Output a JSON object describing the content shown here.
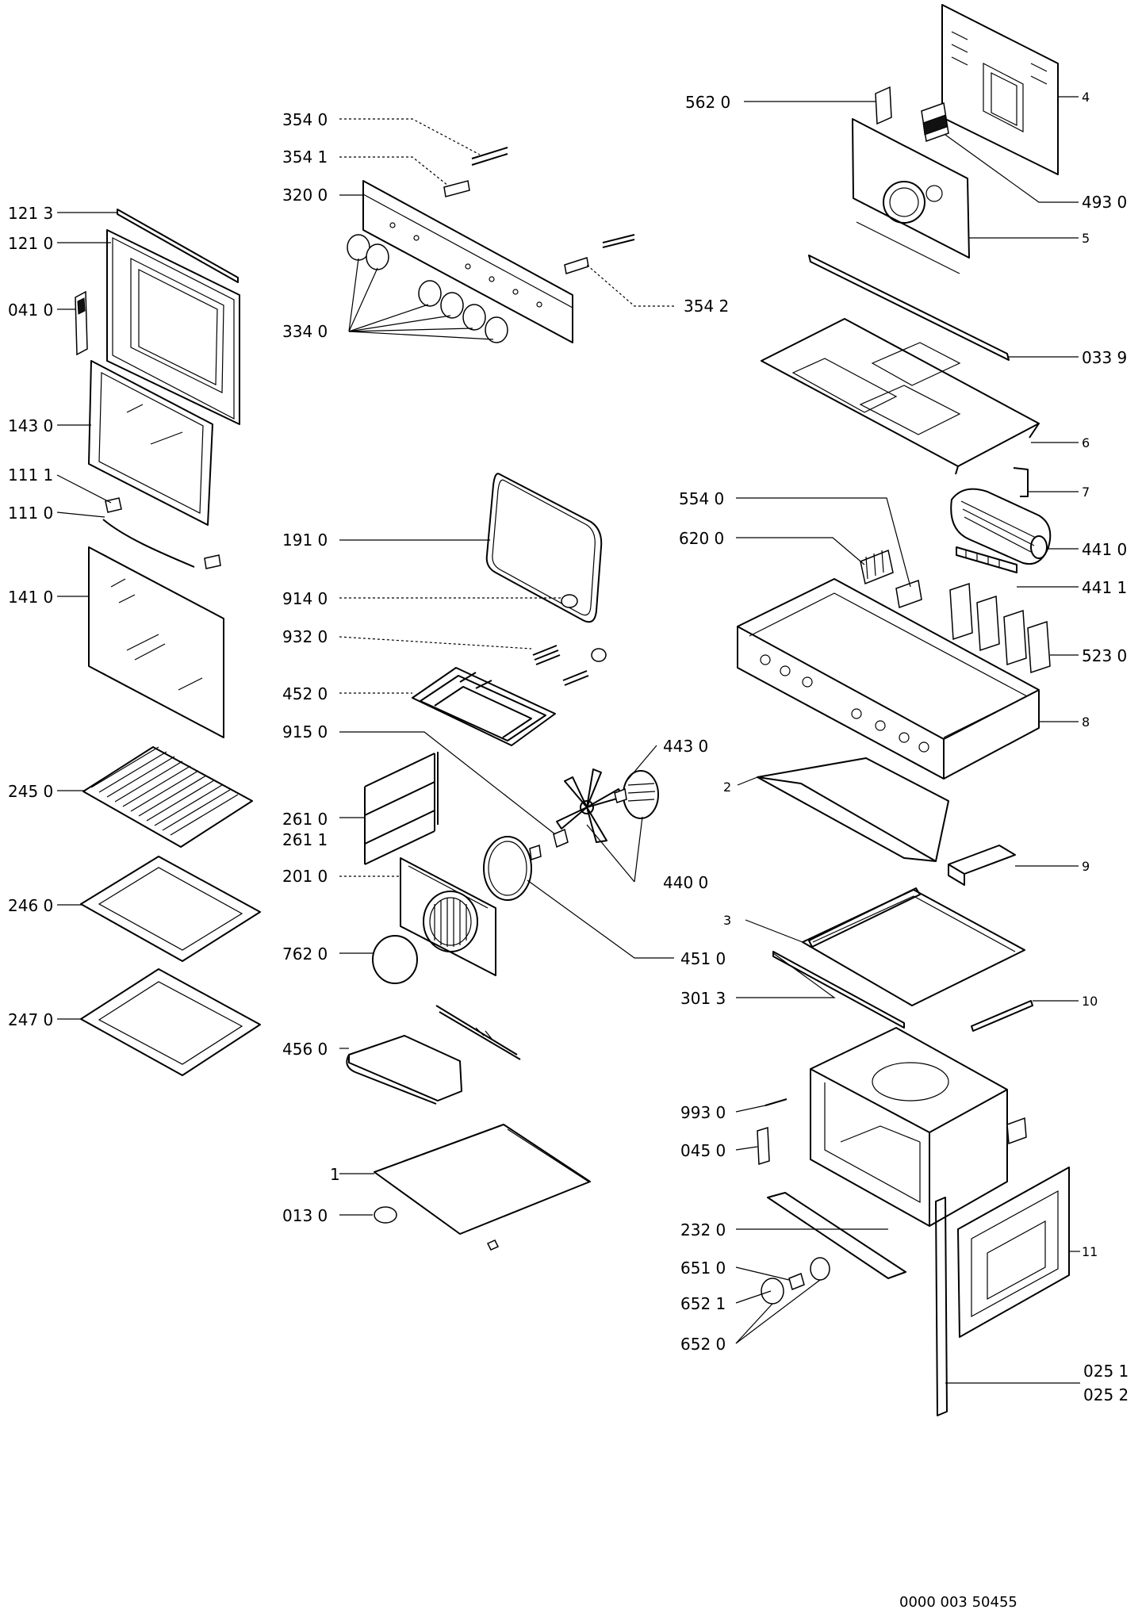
{
  "labels": {
    "l3540": "354 0",
    "l3541": "354 1",
    "l3200": "320 0",
    "l3340": "334 0",
    "l3542": "354 2",
    "l1213": "121 3",
    "l1210": "121 0",
    "l0410": "041 0",
    "l1430": "143 0",
    "l1111": "111 1",
    "l1110": "111 0",
    "l1410": "141 0",
    "l2450": "245 0",
    "l2460": "246 0",
    "l2470": "247 0",
    "l1910": "191 0",
    "l9140": "914 0",
    "l9320": "932 0",
    "l4520": "452 0",
    "l9150": "915 0",
    "l4430": "443 0",
    "l2610": "261 0",
    "l2611": "261 1",
    "l2010": "201 0",
    "l4400": "440 0",
    "l7620": "762 0",
    "l4510": "451 0",
    "l4560": "456 0",
    "l1": "1",
    "l0130": "013 0",
    "l5620": "562 0",
    "l4": "4",
    "l4930": "493 0",
    "l5": "5",
    "l0339": "033 9",
    "l6": "6",
    "l7": "7",
    "l5540": "554 0",
    "l6200": "620 0",
    "l4410": "441 0",
    "l4411": "441 1",
    "l5230": "523 0",
    "l8": "8",
    "l2": "2",
    "l9": "9",
    "l3": "3",
    "l3013": "301 3",
    "l10": "10",
    "l9930": "993 0",
    "l0450": "045 0",
    "l2320": "232 0",
    "l6510": "651 0",
    "l6521": "652 1",
    "l6520": "652 0",
    "l11": "11",
    "l0251": "025 1",
    "l0252": "025 2"
  },
  "footer": {
    "code": "0000 003 50455"
  }
}
